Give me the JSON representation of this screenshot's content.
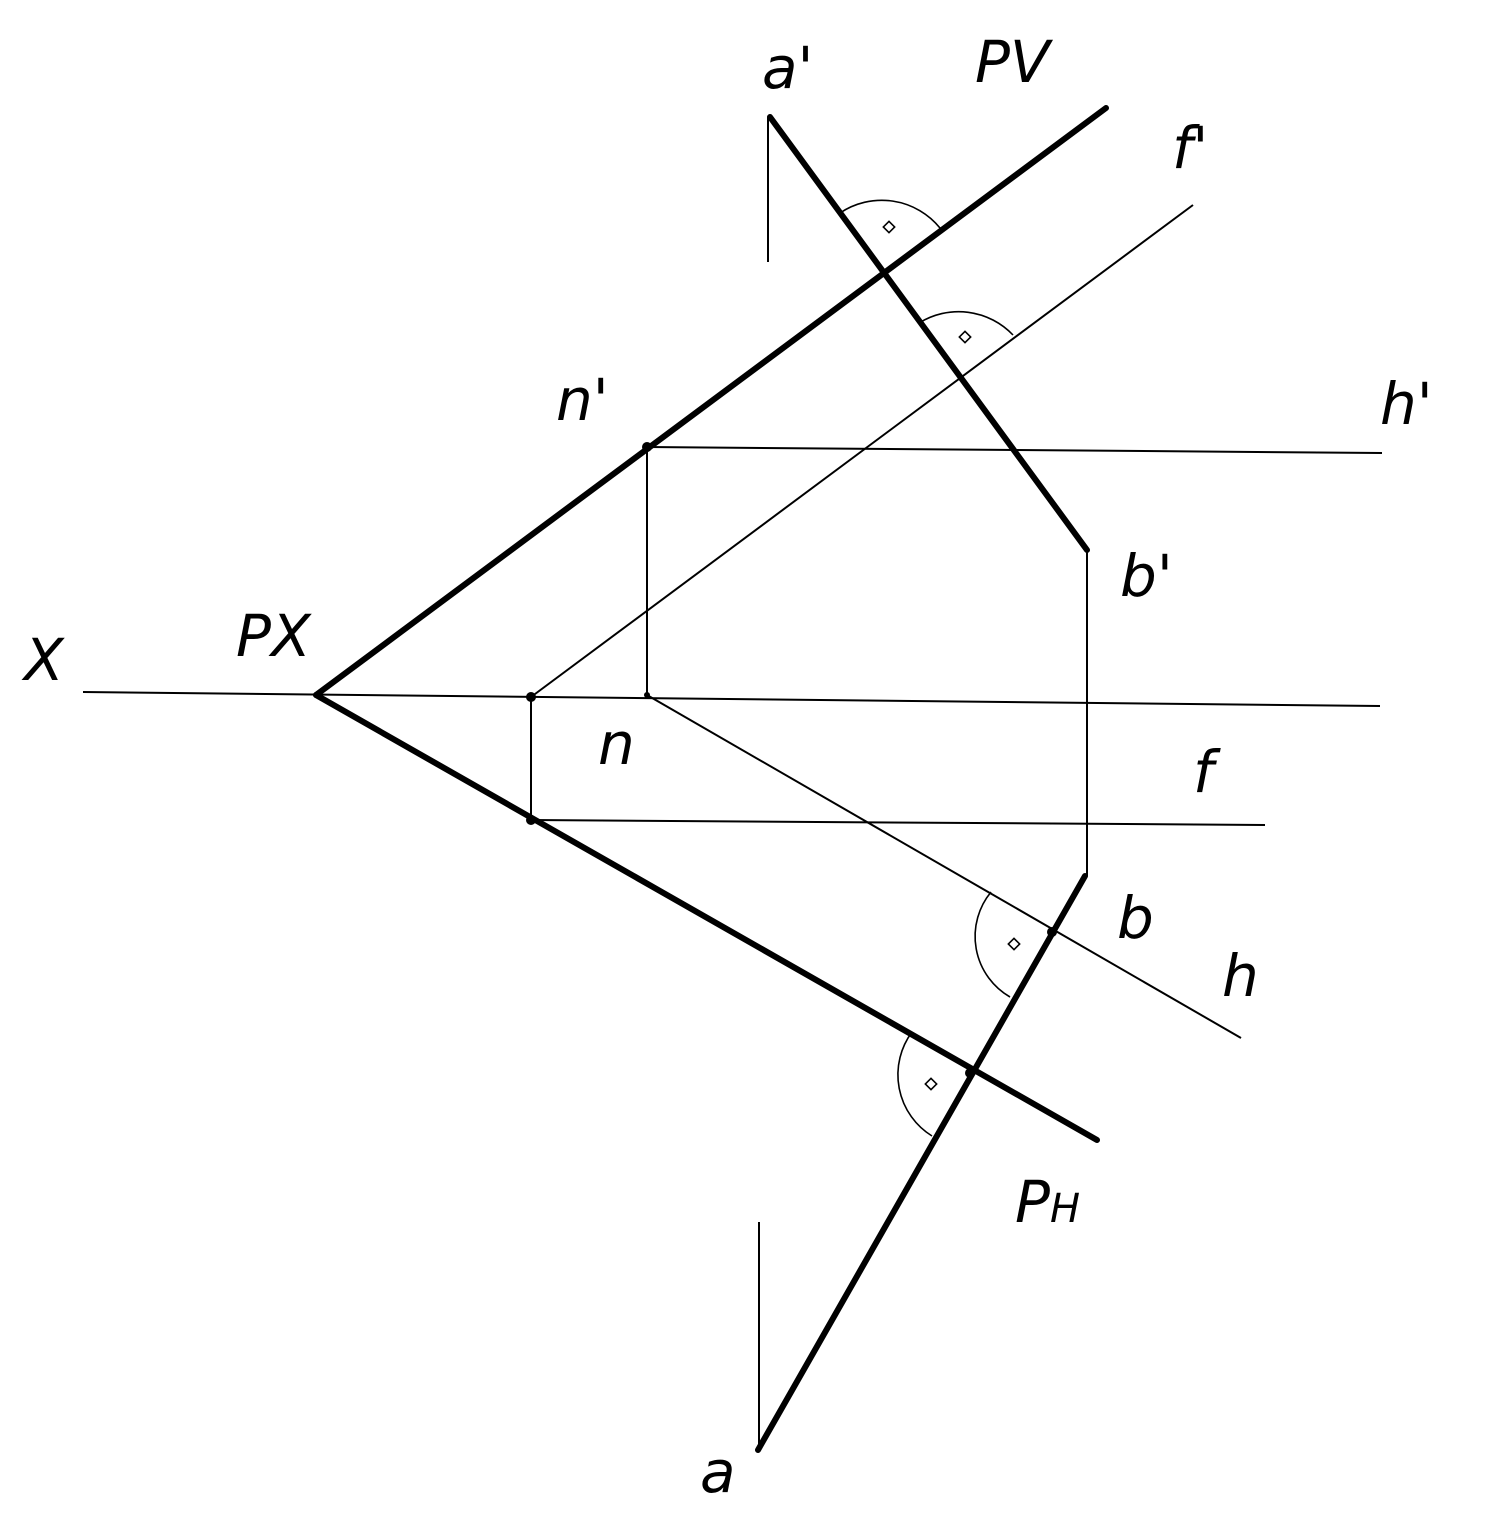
{
  "labels": {
    "x": "X",
    "px": "P",
    "px_sub": "X",
    "pv": "P",
    "pv_sub": "V",
    "ph": "P",
    "ph_sub": "H",
    "a_prime": "a'",
    "a": "a",
    "b_prime": "b'",
    "b": "b",
    "n_prime": "n'",
    "n": "n",
    "f_prime": "f'",
    "f": "f",
    "h_prime": "h'",
    "h": "h"
  }
}
